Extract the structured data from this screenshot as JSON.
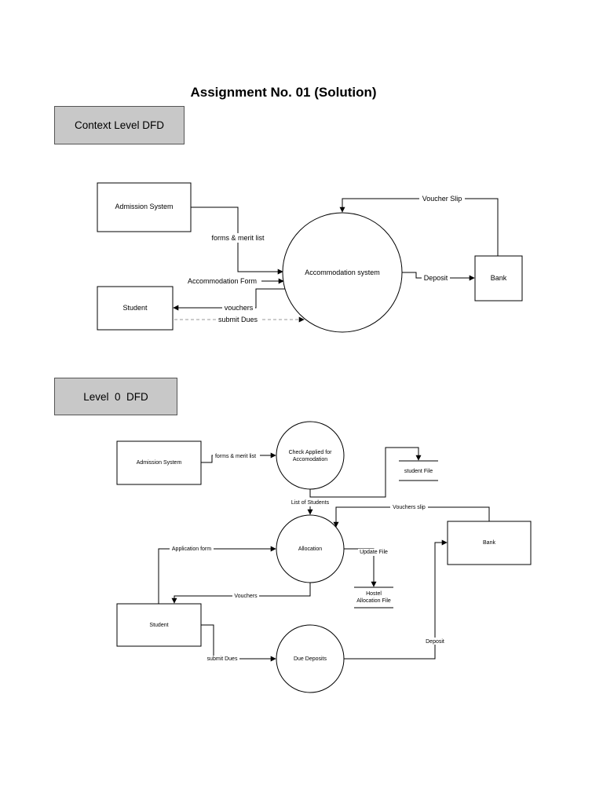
{
  "title": "Assignment No. 01 (Solution)",
  "context": {
    "section_label": "Context Level DFD",
    "entities": {
      "admission": "Admission System",
      "student": "Student",
      "bank": "Bank"
    },
    "process": "Accommodation system",
    "flows": {
      "forms_merit": "forms & merit list",
      "accommodation_form": "Accommodation Form",
      "vouchers": "vouchers",
      "submit_dues": "submit Dues",
      "deposit": "Deposit",
      "voucher_slip": "Voucher Slip"
    }
  },
  "level0": {
    "section_label": "Level  0  DFD",
    "entities": {
      "admission": "Admission System",
      "student": "Student",
      "bank": "Bank"
    },
    "processes": {
      "check_line1": "Check Applied for",
      "check_line2": "Accomodation",
      "allocation": "Allocation",
      "due_deposits": "Due Deposits"
    },
    "stores": {
      "student_file": "student File",
      "hostel_line1": "Hostel",
      "hostel_line2": "Allocation File"
    },
    "flows": {
      "forms_merit": "forms & merit list",
      "list_students": "List of Students",
      "vouchers_slip": "Vouchers slip",
      "application_form": "Application form",
      "update_file": "Update File",
      "vouchers": "Vouchers",
      "submit_dues": "submit Dues",
      "deposit": "Deposit"
    }
  }
}
